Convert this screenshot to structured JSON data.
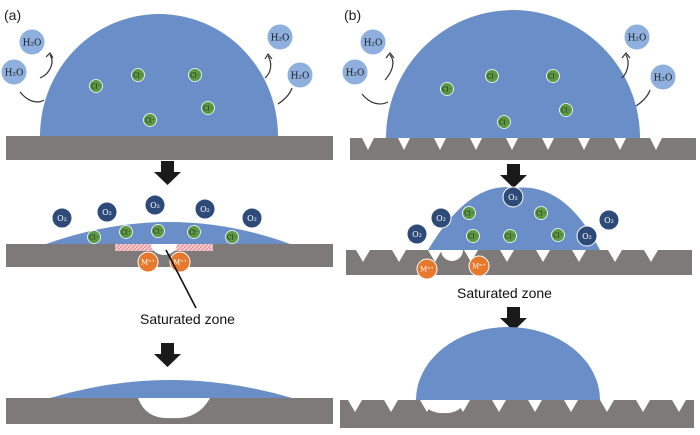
{
  "panels": [
    {
      "label": "(a)"
    },
    {
      "label": "(b)"
    }
  ],
  "annotations": {
    "saturated_zone": "Saturated zone"
  },
  "ions": {
    "water": "H₂O",
    "oxygen": "O₂",
    "chloride": "Cl⁻",
    "metal": "Mⁿ⁺"
  },
  "colors": {
    "droplet": "#6a8fc8",
    "substrate": "#7f7a7a",
    "water_bubble": "#8fb0de",
    "oxygen_bubble": "#2d4a78",
    "chloride_bubble": "#5e9a44",
    "metal_bubble": "#e8782c",
    "saturated_band": "#f2b6bc",
    "arrow": "#1a1a1a"
  }
}
